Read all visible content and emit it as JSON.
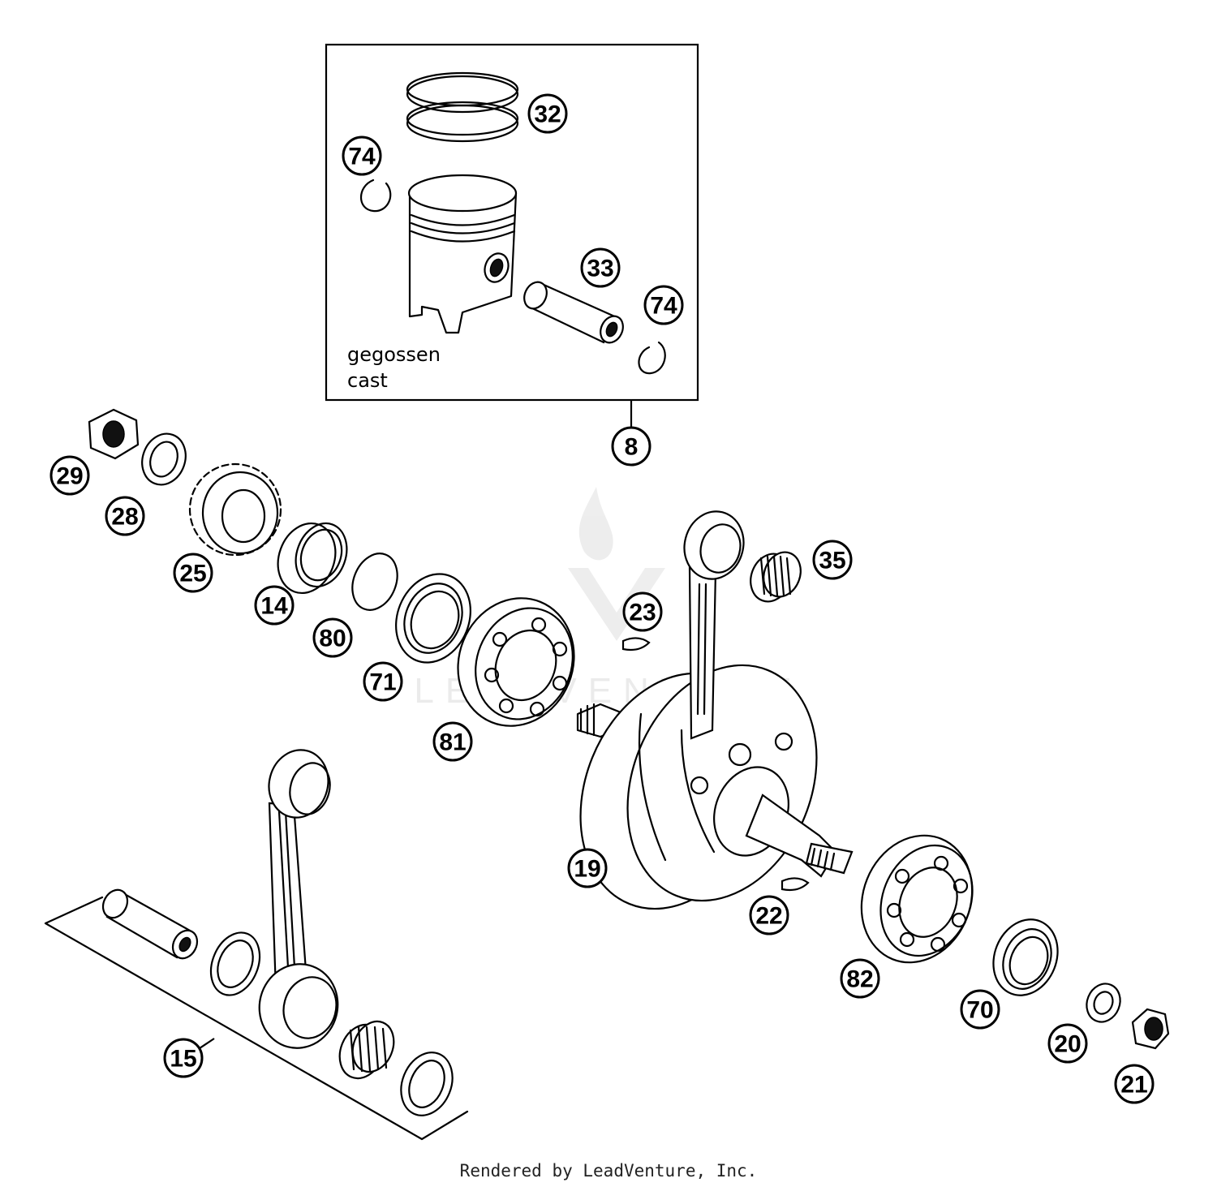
{
  "diagram": {
    "kit_box": {
      "note_line1": "gegossen",
      "note_line2": "cast",
      "ref": "8"
    },
    "callouts": [
      {
        "id": "32",
        "text": "32"
      },
      {
        "id": "74a",
        "text": "74"
      },
      {
        "id": "33",
        "text": "33"
      },
      {
        "id": "74b",
        "text": "74"
      },
      {
        "id": "8",
        "text": "8"
      },
      {
        "id": "29",
        "text": "29"
      },
      {
        "id": "28",
        "text": "28"
      },
      {
        "id": "25",
        "text": "25"
      },
      {
        "id": "14",
        "text": "14"
      },
      {
        "id": "80",
        "text": "80"
      },
      {
        "id": "71",
        "text": "71"
      },
      {
        "id": "81",
        "text": "81"
      },
      {
        "id": "35",
        "text": "35"
      },
      {
        "id": "23",
        "text": "23"
      },
      {
        "id": "19",
        "text": "19"
      },
      {
        "id": "22",
        "text": "22"
      },
      {
        "id": "82",
        "text": "82"
      },
      {
        "id": "70",
        "text": "70"
      },
      {
        "id": "20",
        "text": "20"
      },
      {
        "id": "21",
        "text": "21"
      },
      {
        "id": "15",
        "text": "15"
      }
    ],
    "watermark": "LEADVENTURE",
    "credit": "Rendered by LeadVenture, Inc."
  }
}
